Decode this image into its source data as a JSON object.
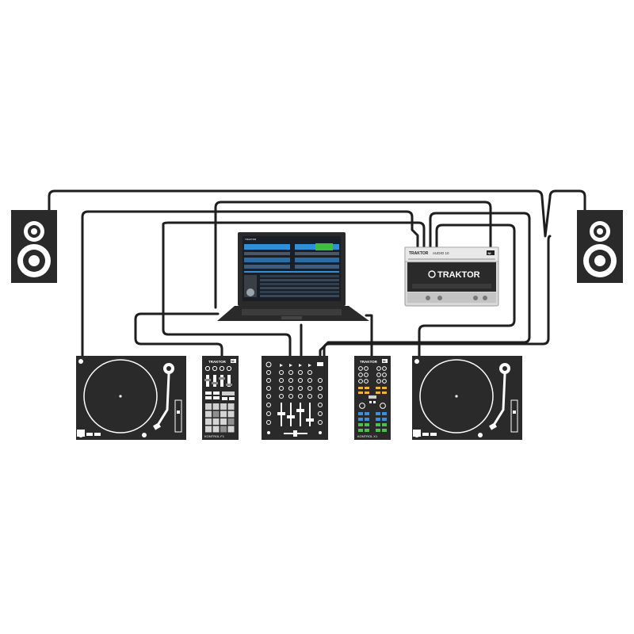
{
  "devices": {
    "audio_interface": {
      "brand": "TRAKTOR",
      "model": "AUDIO 10",
      "ni_badge": "NI"
    },
    "laptop": {
      "screen_app": "TRAKTOR"
    },
    "kontrol_f1": {
      "brand": "TRAKTOR",
      "model": "KONTROL F1",
      "ni_badge": "NI"
    },
    "kontrol_x1": {
      "brand": "TRAKTOR",
      "model": "KONTROL X1",
      "ni_badge": "NI"
    }
  },
  "colors": {
    "device": "#2a2a2a",
    "cable": "#1e1e1e",
    "interface_body": "#d8d8d8",
    "waveform_blue": "#2f8fd8",
    "waveform_green": "#3fbf3f",
    "x1_yellow": "#f2b233",
    "x1_blue": "#3c8fe0",
    "x1_green": "#4cc04c"
  },
  "icons": [
    "speaker-icon",
    "turntable-icon",
    "mixer-icon",
    "laptop-icon",
    "audio-interface-icon",
    "controller-icon"
  ]
}
